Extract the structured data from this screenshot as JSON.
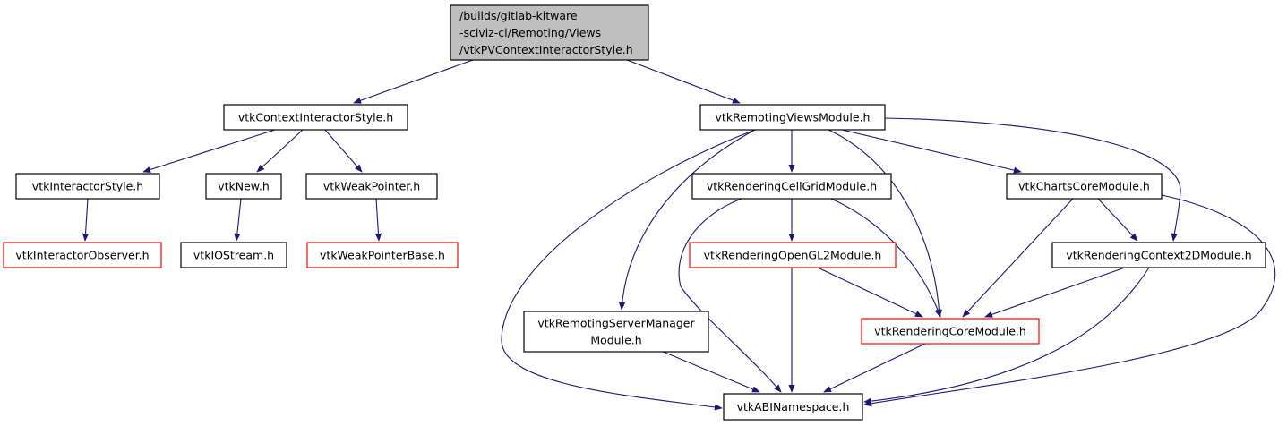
{
  "graph": {
    "type": "include-dependency-graph",
    "colors": {
      "edge": "#191970",
      "root_fill": "#bfbfbf",
      "node_border": "#000000",
      "undocumented_border": "#ff0000"
    },
    "nodes": [
      {
        "id": "root",
        "lines": [
          "/builds/gitlab-kitware",
          "-sciviz-ci/Remoting/Views",
          "/vtkPVContextInteractorStyle.h"
        ],
        "style": "root"
      },
      {
        "id": "cis",
        "lines": [
          "vtkContextInteractorStyle.h"
        ],
        "style": "normal"
      },
      {
        "id": "rv",
        "lines": [
          "vtkRemotingViewsModule.h"
        ],
        "style": "normal"
      },
      {
        "id": "is",
        "lines": [
          "vtkInteractorStyle.h"
        ],
        "style": "normal"
      },
      {
        "id": "new",
        "lines": [
          "vtkNew.h"
        ],
        "style": "normal"
      },
      {
        "id": "wp",
        "lines": [
          "vtkWeakPointer.h"
        ],
        "style": "normal"
      },
      {
        "id": "io",
        "lines": [
          "vtkInteractorObserver.h"
        ],
        "style": "red"
      },
      {
        "id": "ios",
        "lines": [
          "vtkIOStream.h"
        ],
        "style": "normal"
      },
      {
        "id": "wpb",
        "lines": [
          "vtkWeakPointerBase.h"
        ],
        "style": "red"
      },
      {
        "id": "cg",
        "lines": [
          "vtkRenderingCellGridModule.h"
        ],
        "style": "normal"
      },
      {
        "id": "cc",
        "lines": [
          "vtkChartsCoreModule.h"
        ],
        "style": "normal"
      },
      {
        "id": "gl",
        "lines": [
          "vtkRenderingOpenGL2Module.h"
        ],
        "style": "red"
      },
      {
        "id": "c2d",
        "lines": [
          "vtkRenderingContext2DModule.h"
        ],
        "style": "normal"
      },
      {
        "id": "sm",
        "lines": [
          "vtkRemotingServerManager",
          "Module.h"
        ],
        "style": "normal"
      },
      {
        "id": "core",
        "lines": [
          "vtkRenderingCoreModule.h"
        ],
        "style": "red"
      },
      {
        "id": "abi",
        "lines": [
          "vtkABINamespace.h"
        ],
        "style": "normal"
      }
    ],
    "edges": [
      [
        "root",
        "cis"
      ],
      [
        "root",
        "rv"
      ],
      [
        "cis",
        "is"
      ],
      [
        "cis",
        "new"
      ],
      [
        "cis",
        "wp"
      ],
      [
        "is",
        "io"
      ],
      [
        "new",
        "ios"
      ],
      [
        "wp",
        "wpb"
      ],
      [
        "rv",
        "abi"
      ],
      [
        "rv",
        "sm"
      ],
      [
        "rv",
        "cg"
      ],
      [
        "rv",
        "core"
      ],
      [
        "rv",
        "cc"
      ],
      [
        "rv",
        "c2d"
      ],
      [
        "cg",
        "gl"
      ],
      [
        "cg",
        "abi"
      ],
      [
        "cg",
        "core"
      ],
      [
        "cc",
        "core"
      ],
      [
        "cc",
        "c2d"
      ],
      [
        "cc",
        "abi"
      ],
      [
        "gl",
        "core"
      ],
      [
        "gl",
        "abi"
      ],
      [
        "c2d",
        "core"
      ],
      [
        "c2d",
        "abi"
      ],
      [
        "core",
        "abi"
      ],
      [
        "sm",
        "abi"
      ]
    ]
  }
}
